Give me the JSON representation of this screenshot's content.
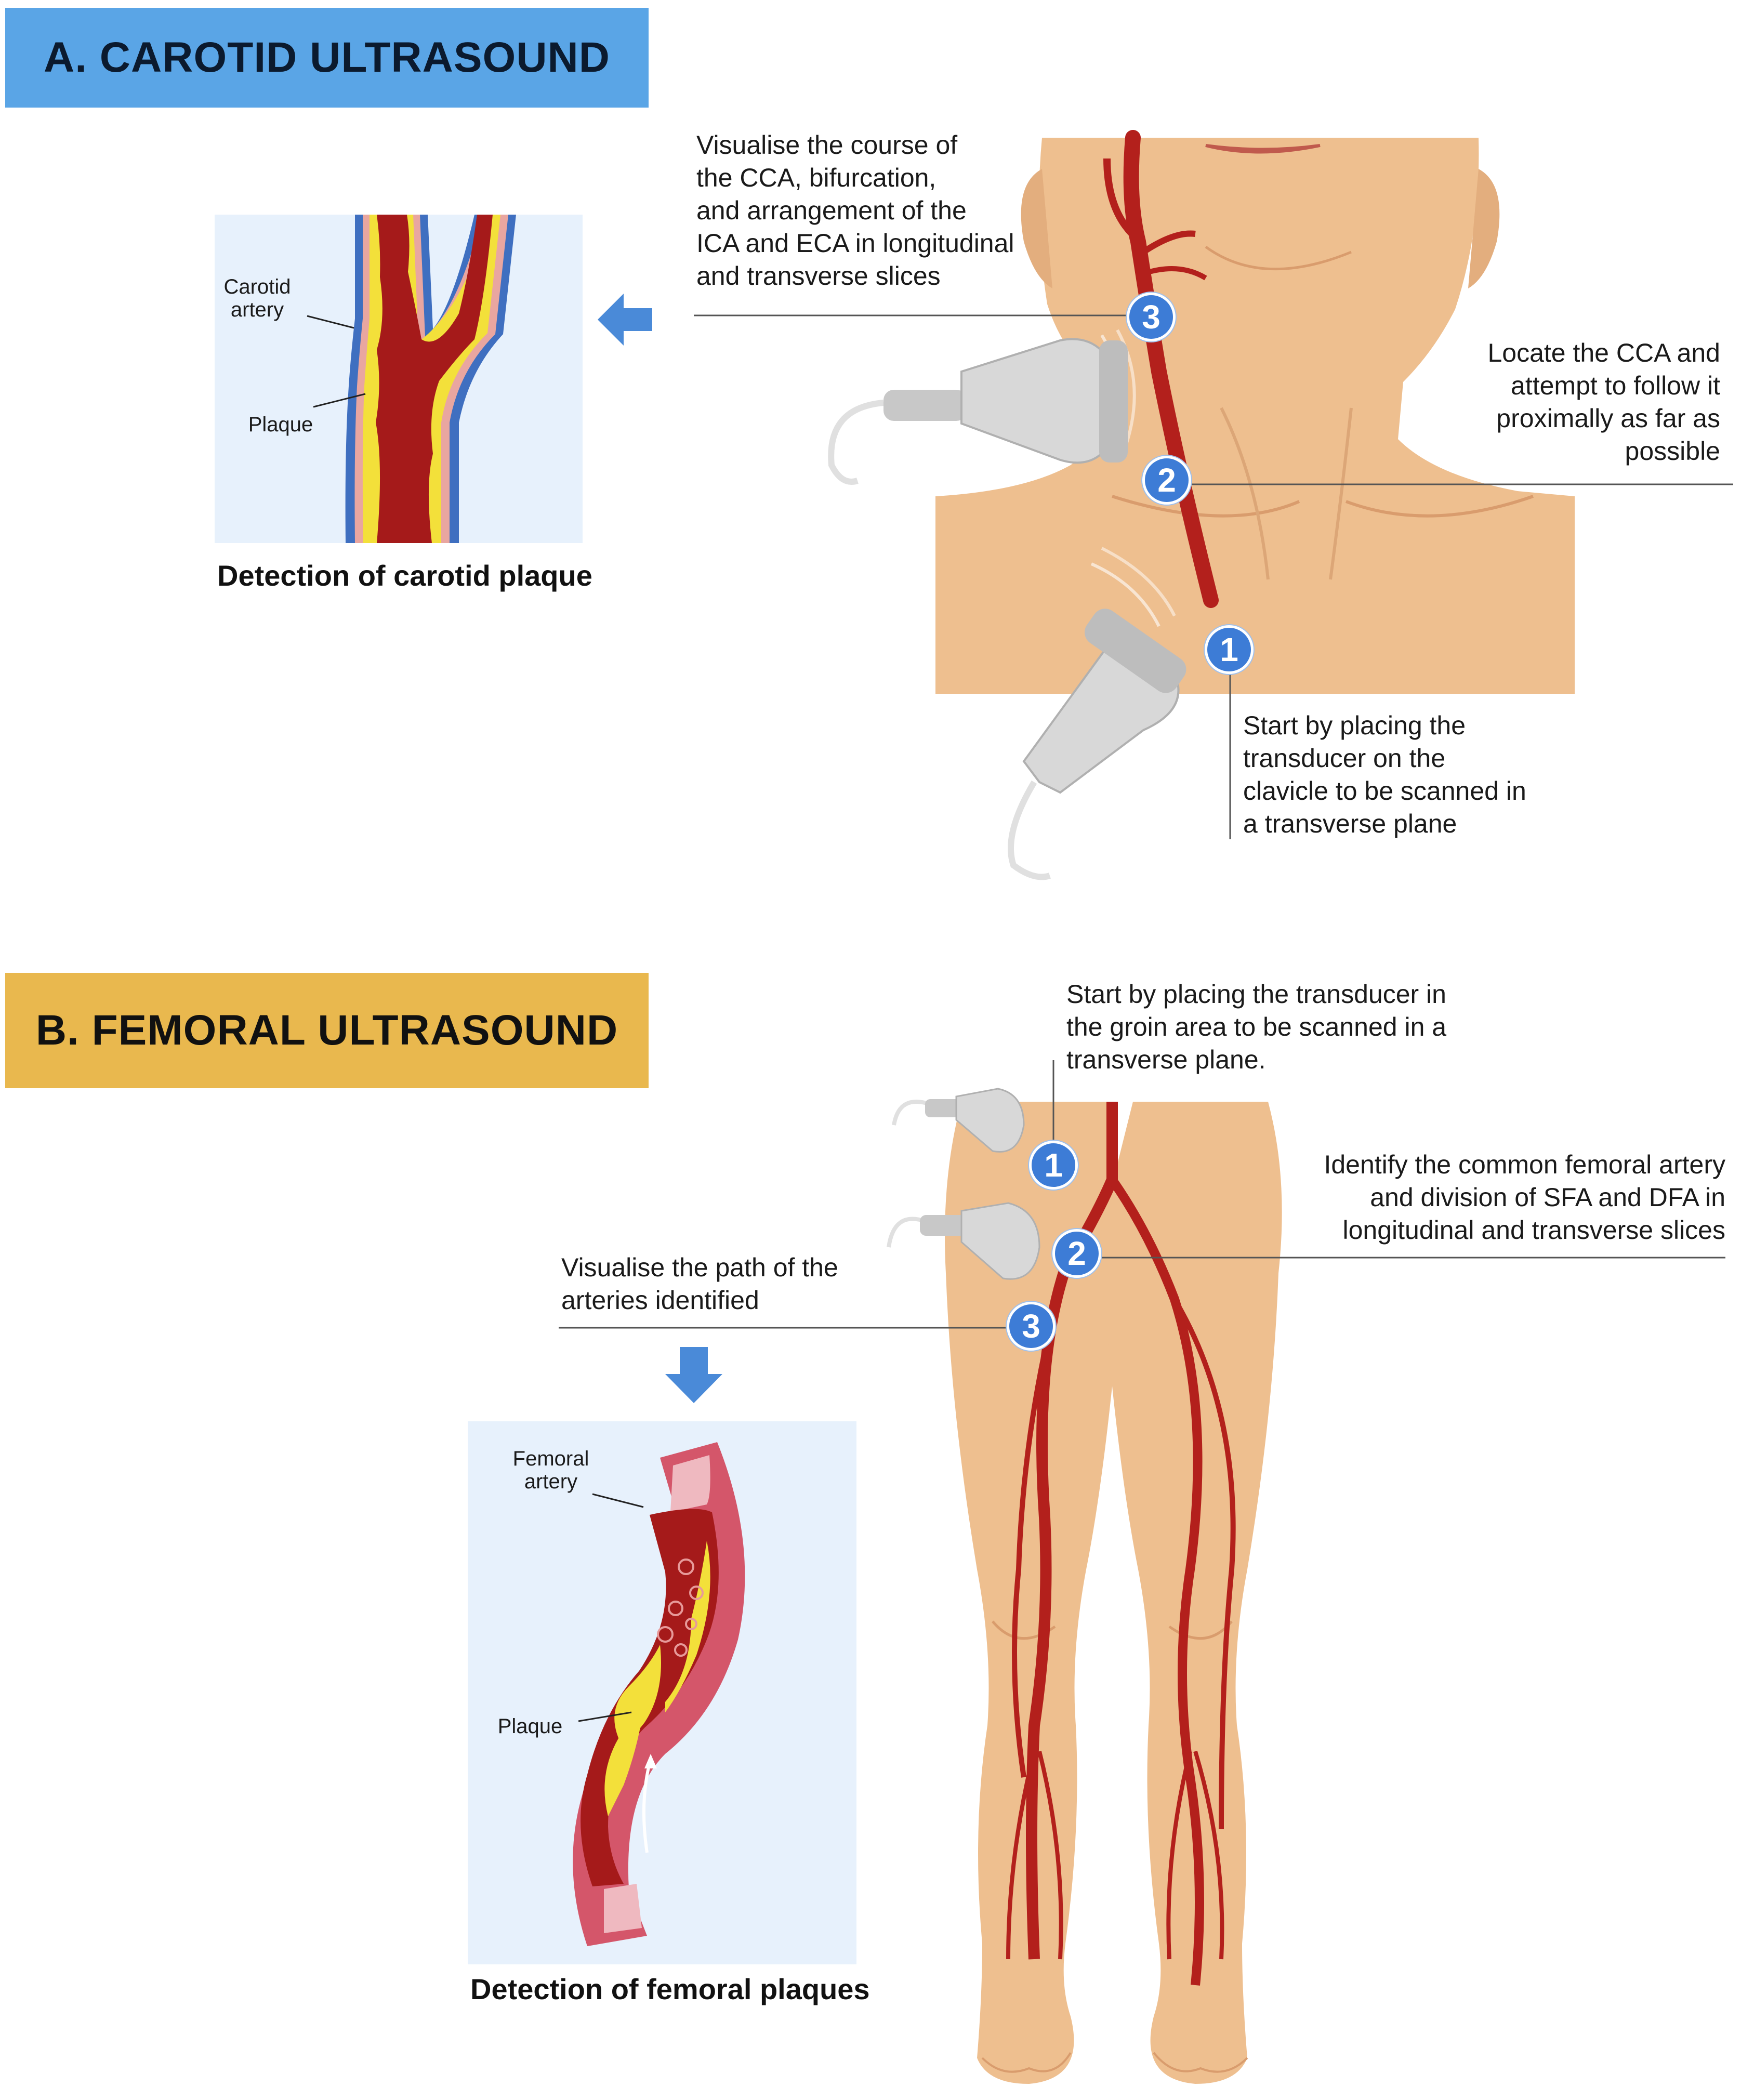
{
  "section_a": {
    "title": "A. CAROTID ULTRASOUND",
    "step_3_text": "Visualise the course of\nthe CCA, bifurcation,\nand arrangement of the\nICA and ECA in longitudinal\nand transverse slices",
    "step_2_text": "Locate the CCA and\nattempt to follow it\nproximally as far as\npossible",
    "step_1_text": "Start by placing the\ntransducer on the\nclavicle to be scanned in\na transverse plane",
    "panel_label_artery": "Carotid\nartery",
    "panel_label_plaque": "Plaque",
    "caption": "Detection of carotid plaque",
    "badges": [
      "1",
      "2",
      "3"
    ]
  },
  "section_b": {
    "title": "B. FEMORAL ULTRASOUND",
    "step_1_text": "Start by placing the transducer in\nthe groin area to be scanned in a\ntransverse plane.",
    "step_2_text": "Identify the common femoral artery\nand division of SFA and DFA in\nlongitudinal and transverse slices",
    "step_3_text": "Visualise the path of the\narteries identified",
    "panel_label_artery": "Femoral\nartery",
    "panel_label_plaque": "Plaque",
    "caption": "Detection of femoral plaques",
    "badges": [
      "1",
      "2",
      "3"
    ]
  },
  "colors": {
    "skin": "#eebf8f",
    "artery": "#b3201c",
    "badge": "#3d7cd6",
    "banner_a": "#5aa5e6",
    "banner_b": "#e9b84e",
    "panel_bg": "#e7f1fc",
    "plaque": "#f3e03a"
  }
}
